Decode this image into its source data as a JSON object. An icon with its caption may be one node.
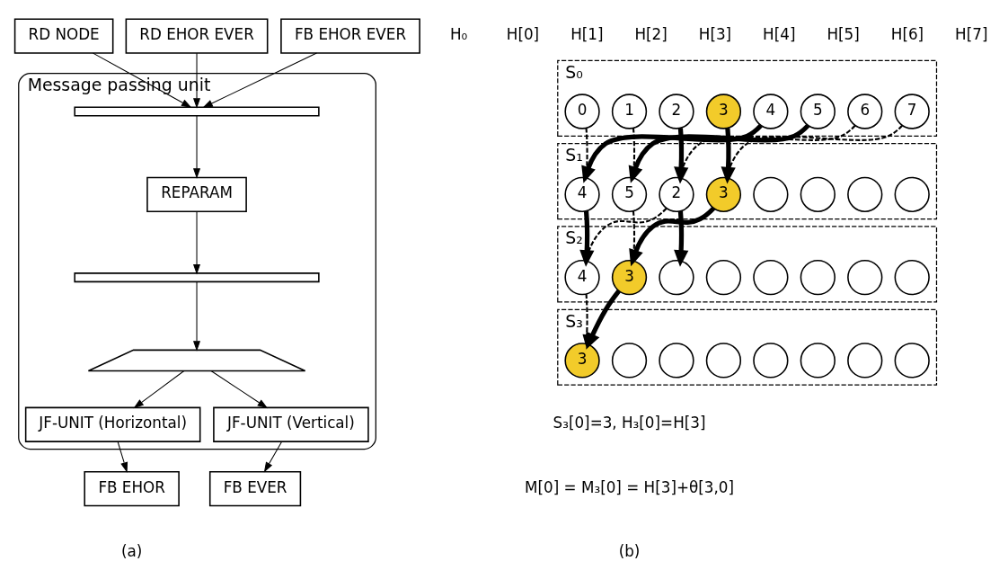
{
  "diagram": {
    "nodes": [
      {
        "text": [
          "RD NODE"
        ]
      },
      {
        "text": [
          "RD EHOR EVER"
        ]
      },
      {
        "text": [
          "FB EHOR EVER"
        ]
      },
      {
        "text": [
          "Message passing unit"
        ]
      },
      {
        "text": [],
        "shape": "bar",
        "in": 3
      },
      {
        "text": [
          "REPARAM"
        ],
        "in": 3
      },
      {
        "text": [],
        "shape": "bar",
        "in": 3
      },
      {
        "text": [],
        "shape": "trapezoid",
        "in": 3
      },
      {
        "text": [
          "JF-UNIT (Horizontal)"
        ],
        "in": 3
      },
      {
        "text": [
          "JF-UNIT (Vertical)"
        ],
        "in": 3
      },
      {
        "text": [
          "FB EHOR"
        ]
      },
      {
        "text": [
          "FB EVER"
        ]
      },
      {
        "text": [
          "S₀"
        ]
      },
      {
        "text": [
          "0"
        ],
        "in": 12
      },
      {
        "text": [
          "1"
        ],
        "in": 12
      },
      {
        "text": [
          "2"
        ],
        "in": 12
      },
      {
        "text": [
          "3"
        ],
        "in": 12
      },
      {
        "text": [
          "4"
        ],
        "in": 12
      },
      {
        "text": [
          "5"
        ],
        "in": 12
      },
      {
        "text": [
          "6"
        ],
        "in": 12
      },
      {
        "text": [
          "7"
        ],
        "in": 12
      },
      {
        "text": [
          "S₁"
        ]
      },
      {
        "text": [
          "4"
        ],
        "in": 21
      },
      {
        "text": [
          "5"
        ],
        "in": 21
      },
      {
        "text": [
          "2"
        ],
        "in": 21
      },
      {
        "text": [
          "3"
        ],
        "in": 21
      },
      {
        "text": [],
        "shape": "circle",
        "in": 21
      },
      {
        "text": [],
        "shape": "circle",
        "in": 21
      },
      {
        "text": [],
        "shape": "circle",
        "in": 21
      },
      {
        "text": [],
        "shape": "circle",
        "in": 21
      },
      {
        "text": [
          "S₂"
        ]
      },
      {
        "text": [
          "4"
        ],
        "in": 30
      },
      {
        "text": [
          "3"
        ],
        "in": 30
      },
      {
        "text": [],
        "shape": "circle",
        "in": 30
      },
      {
        "text": [],
        "shape": "circle",
        "in": 30
      },
      {
        "text": [],
        "shape": "circle",
        "in": 30
      },
      {
        "text": [],
        "shape": "circle",
        "in": 30
      },
      {
        "text": [],
        "shape": "circle",
        "in": 30
      },
      {
        "text": [],
        "shape": "circle",
        "in": 30
      },
      {
        "text": [
          "S₃"
        ]
      },
      {
        "text": [
          "3"
        ],
        "in": 39
      },
      {
        "text": [],
        "shape": "circle",
        "in": 39
      },
      {
        "text": [],
        "shape": "circle",
        "in": 39
      },
      {
        "text": [],
        "shape": "circle",
        "in": 39
      },
      {
        "text": [],
        "shape": "circle",
        "in": 39
      },
      {
        "text": [],
        "shape": "circle",
        "in": 39
      },
      {
        "text": [],
        "shape": "circle",
        "in": 39
      },
      {
        "text": [],
        "shape": "circle",
        "in": 39
      }
    ],
    "edges": [
      {
        "from": 0,
        "to": 4,
        "arrow": "to"
      },
      {
        "from": 1,
        "to": 4,
        "arrow": "to"
      },
      {
        "from": 2,
        "to": 4,
        "arrow": "to"
      },
      {
        "from": 4,
        "to": 5,
        "arrow": "to"
      },
      {
        "from": 5,
        "to": 6,
        "arrow": "to"
      },
      {
        "from": 6,
        "to": 7,
        "arrow": "to"
      },
      {
        "from": 7,
        "to": 8,
        "arrow": "to"
      },
      {
        "from": 7,
        "to": 9,
        "arrow": "to"
      },
      {
        "from": 8,
        "to": 10,
        "arrow": "to"
      },
      {
        "from": 9,
        "to": 11,
        "arrow": "to"
      },
      {
        "from": 13,
        "to": 22,
        "arrow": "to",
        "style": "dashed"
      },
      {
        "from": 14,
        "to": 23,
        "arrow": "to",
        "style": "dashed"
      },
      {
        "from": 15,
        "to": 24,
        "arrow": "to",
        "style": "thick"
      },
      {
        "from": 16,
        "to": 25,
        "arrow": "to",
        "style": "thick"
      },
      {
        "from": 17,
        "to": 22,
        "arrow": "to",
        "style": "thick"
      },
      {
        "from": 18,
        "to": 23,
        "arrow": "to",
        "style": "thick"
      },
      {
        "from": 19,
        "to": 24,
        "arrow": "to",
        "style": "dashed"
      },
      {
        "from": 20,
        "to": 25,
        "arrow": "to",
        "style": "dashed"
      },
      {
        "from": 22,
        "to": 31,
        "arrow": "to",
        "style": "thick"
      },
      {
        "from": 23,
        "to": 32,
        "arrow": "to",
        "style": "dashed"
      },
      {
        "from": 24,
        "to": 33,
        "arrow": "to",
        "style": "thick"
      },
      {
        "from": 24,
        "to": 31,
        "arrow": "to",
        "style": "dashed"
      },
      {
        "from": 25,
        "to": 32,
        "arrow": "to",
        "style": "thick"
      },
      {
        "from": 31,
        "to": 40,
        "arrow": "to",
        "style": "dashed"
      },
      {
        "from": 32,
        "to": 40,
        "arrow": "to",
        "style": "thick"
      }
    ],
    "labels": [
      "H₀",
      "H[0]",
      "H[1]",
      "H[2]",
      "H[3]",
      "H[4]",
      "H[5]",
      "H[6]",
      "H[7]",
      "S₃[0]=3, H₃[0]=H[3]",
      "M[0] = M₃[0] = H[3]+θ[3,0]",
      "(a)",
      "(b)"
    ]
  }
}
